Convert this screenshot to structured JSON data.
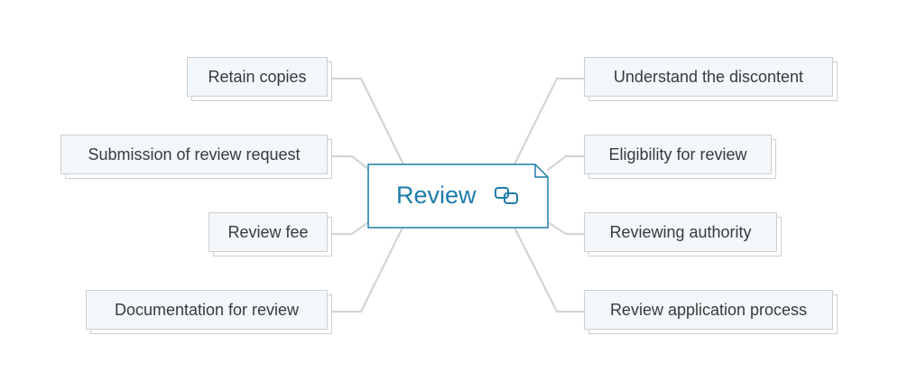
{
  "center": {
    "label": "Review",
    "icon": "linked-topic-icon"
  },
  "left_nodes": [
    {
      "label": "Retain copies"
    },
    {
      "label": "Submission of review request"
    },
    {
      "label": "Review fee"
    },
    {
      "label": "Documentation for review"
    }
  ],
  "right_nodes": [
    {
      "label": "Understand the discontent"
    },
    {
      "label": "Eligibility for review"
    },
    {
      "label": "Reviewing authority"
    },
    {
      "label": "Review application process"
    }
  ],
  "colors": {
    "accent": "#1f7bab",
    "node_fill": "#f2f7fb",
    "node_border": "#cfcfcf",
    "connector": "#d4d4d4",
    "text": "#3a3a3a"
  }
}
